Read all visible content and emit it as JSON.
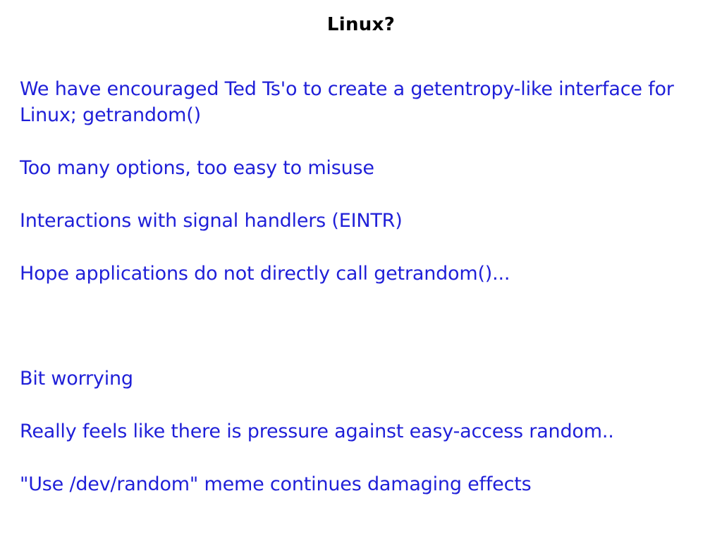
{
  "slide": {
    "title": "Linux?",
    "background_color": "#ffffff",
    "title_color": "#000000",
    "body_color": "#1f1fd8",
    "bullets": [
      {
        "text": "We have encouraged Ted Ts'o to create a getentropy-like interface for Linux; getrandom()"
      },
      {
        "text": "Too many options, too easy to misuse"
      },
      {
        "text": "Interactions with signal handlers (EINTR)"
      },
      {
        "text": "Hope applications do not directly call getrandom()..."
      },
      {
        "text": "Bit worrying"
      },
      {
        "text": "Really feels like there is pressure against easy-access random.."
      },
      {
        "text": "\"Use /dev/random\" meme continues damaging effects"
      }
    ]
  }
}
